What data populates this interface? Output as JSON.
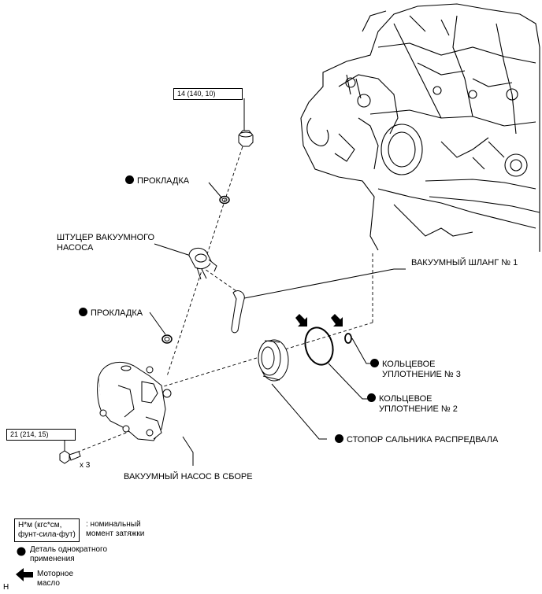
{
  "torque_specs": {
    "plug": "14 (140, 10)",
    "bolts": "21 (214, 15)"
  },
  "labels": {
    "gasket_upper": "ПРОКЛАДКА",
    "gasket_lower": "ПРОКЛАДКА",
    "fitting_line1": "ШТУЦЕР ВАКУУМНОГО",
    "fitting_line2": "НАСОСА",
    "hose": "ВАКУУМНЫЙ ШЛАНГ № 1",
    "oring3_line1": "КОЛЬЦЕВОЕ",
    "oring3_line2": "УПЛОТНЕНИЕ № 3",
    "oring2_line1": "КОЛЬЦЕВОЕ",
    "oring2_line2": "УПЛОТНЕНИЕ № 2",
    "seal_retainer": "СТОПОР САЛЬНИКА РАСПРЕДВАЛА",
    "pump_assembly": "ВАКУУМНЫЙ НАСОС В СБОРЕ",
    "bolt_qty": "x 3"
  },
  "legend": {
    "torque_box_line1": "Н*м (кгс*см,",
    "torque_box_line2": "фунт-сила-фут)",
    "torque_desc_line1": ": номинальный",
    "torque_desc_line2": "момент затяжки",
    "nonreusable_line1": "Деталь однократного",
    "nonreusable_line2": "применения",
    "oil_line1": "Моторное",
    "oil_line2": "масло"
  },
  "corner_mark": "H",
  "icons": {
    "non_reusable": "filled-circle-icon",
    "engine_oil": "arrow-left-icon"
  }
}
